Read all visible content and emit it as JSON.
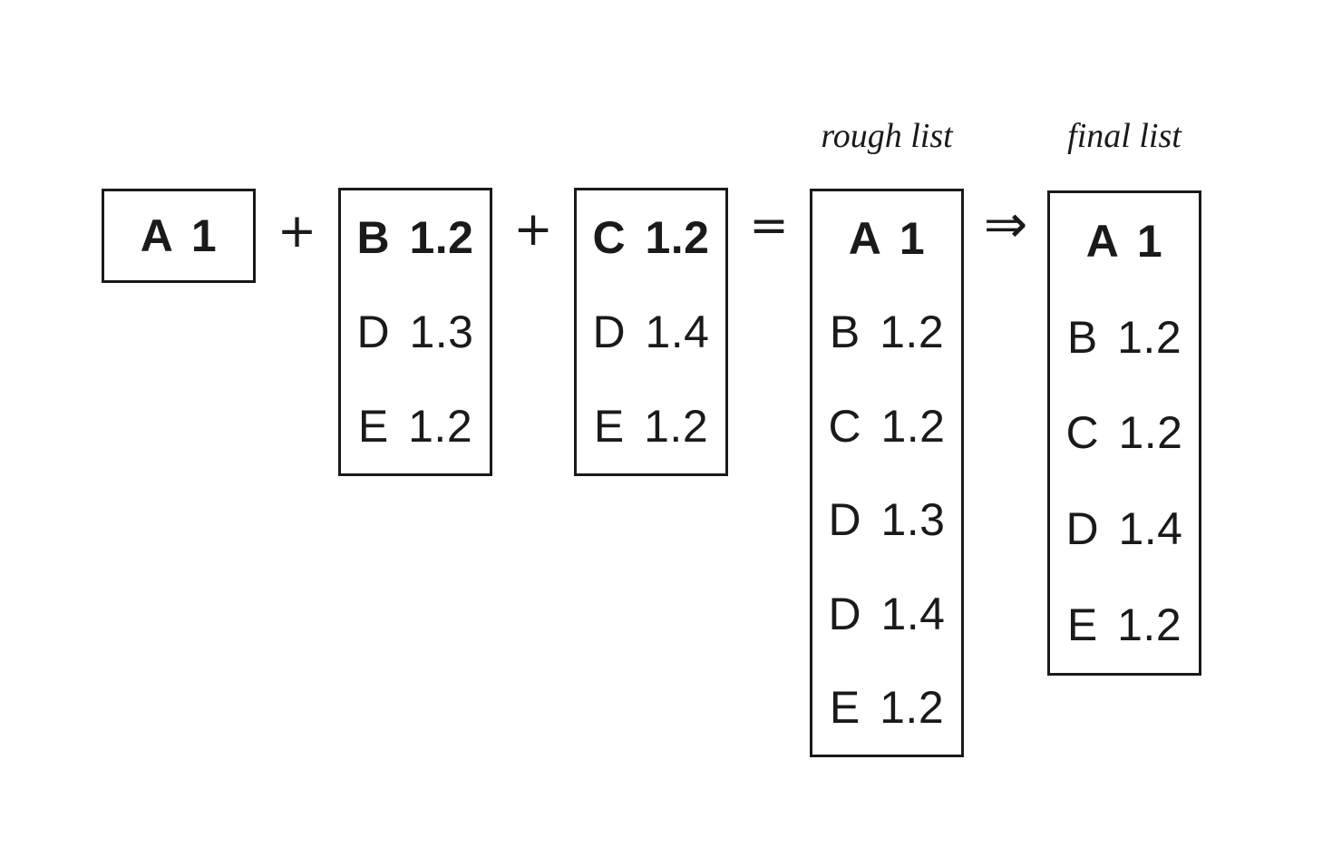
{
  "canvas": {
    "bg": "#ffffff",
    "text_color": "#1a1a1a",
    "border_color": "#1a1a1a"
  },
  "labels": {
    "rough_list": "rough list",
    "final_list": "final list"
  },
  "operators": {
    "plus": "+",
    "equals": "=",
    "implies": "⇒"
  },
  "box_a": {
    "items": [
      "A 1"
    ]
  },
  "box_b": {
    "items": [
      "B 1.2",
      "D 1.3",
      "E 1.2"
    ]
  },
  "box_c": {
    "items": [
      "C 1.2",
      "D 1.4",
      "E 1.2"
    ]
  },
  "rough_list": {
    "items": [
      "A 1",
      "B 1.2",
      "C 1.2",
      "D 1.3",
      "D 1.4",
      "E 1.2"
    ]
  },
  "final_list": {
    "items": [
      "A 1",
      "B 1.2",
      "C 1.2",
      "D 1.4",
      "E 1.2"
    ]
  }
}
